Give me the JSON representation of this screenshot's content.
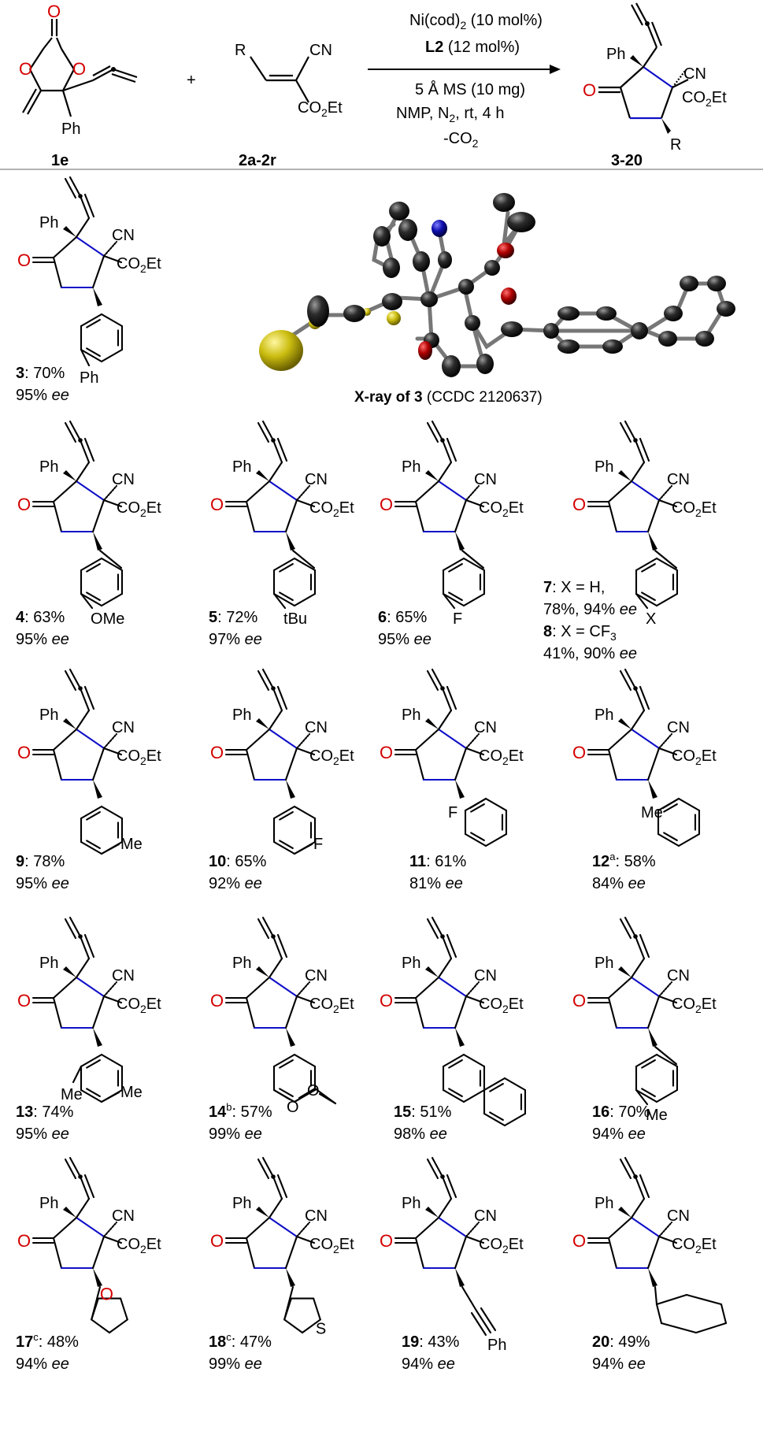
{
  "scheme": {
    "sm1_label": "1e",
    "sm2_label": "2a-2r",
    "product_label": "3-20",
    "plus": "+",
    "conditions": [
      "Ni(cod)2 (10 mol%)",
      "L2 (12 mol%)",
      "5 Å MS (10 mg)",
      "NMP, N2, rt, 4 h",
      "-CO2"
    ],
    "xray_caption_bold": "X-ray of 3",
    "xray_caption": " (CCDC 2120637)"
  },
  "atoms": {
    "ph": "Ph",
    "cn": "CN",
    "co2et": "CO2Et",
    "o": "O",
    "r": "R"
  },
  "compounds": [
    {
      "id": "3",
      "sup": "",
      "sub_label": "Ph",
      "yield": "70%",
      "ee": "95%"
    },
    {
      "id": "4",
      "sup": "",
      "sub_label": "OMe",
      "yield": "63%",
      "ee": "95%"
    },
    {
      "id": "5",
      "sup": "",
      "sub_label": "tBu",
      "yield": "72%",
      "ee": "97%"
    },
    {
      "id": "6",
      "sup": "",
      "sub_label": "F",
      "yield": "65%",
      "ee": "95%"
    },
    {
      "id": "7",
      "sup": "",
      "sub_label": "X",
      "text": "X = H,",
      "yield": "78%",
      "ee": "94%"
    },
    {
      "id": "8",
      "sup": "",
      "text": "X = CF3",
      "yield": "41%",
      "ee": "90%"
    },
    {
      "id": "9",
      "sup": "",
      "sub_label": "Me",
      "yield": "78%",
      "ee": "95%"
    },
    {
      "id": "10",
      "sup": "",
      "sub_label": "F",
      "yield": "65%",
      "ee": "92%"
    },
    {
      "id": "11",
      "sup": "",
      "sub_label": "F",
      "yield": "61%",
      "ee": "81%"
    },
    {
      "id": "12",
      "sup": "a",
      "sub_label": "Me",
      "yield": "58%",
      "ee": "84%"
    },
    {
      "id": "13",
      "sup": "",
      "sub_label": "Me",
      "yield": "74%",
      "ee": "95%"
    },
    {
      "id": "14",
      "sup": "b",
      "sub_label": "O",
      "yield": "57%",
      "ee": "99%"
    },
    {
      "id": "15",
      "sup": "",
      "yield": "51%",
      "ee": "98%"
    },
    {
      "id": "16",
      "sup": "",
      "sub_label": "Me",
      "yield": "70%",
      "ee": "94%"
    },
    {
      "id": "17",
      "sup": "c",
      "sub_label": "O",
      "yield": "48%",
      "ee": "94%"
    },
    {
      "id": "18",
      "sup": "c",
      "sub_label": "S",
      "yield": "47%",
      "ee": "99%"
    },
    {
      "id": "19",
      "sup": "",
      "sub_label": "Ph",
      "yield": "43%",
      "ee": "94%"
    },
    {
      "id": "20",
      "sup": "",
      "yield": "49%",
      "ee": "94%"
    }
  ],
  "colors": {
    "oxygen": "#d40000",
    "bond_blue": "#1010c8",
    "nitrogen": "#1a1aa0",
    "sulfur": "#c8b400"
  }
}
